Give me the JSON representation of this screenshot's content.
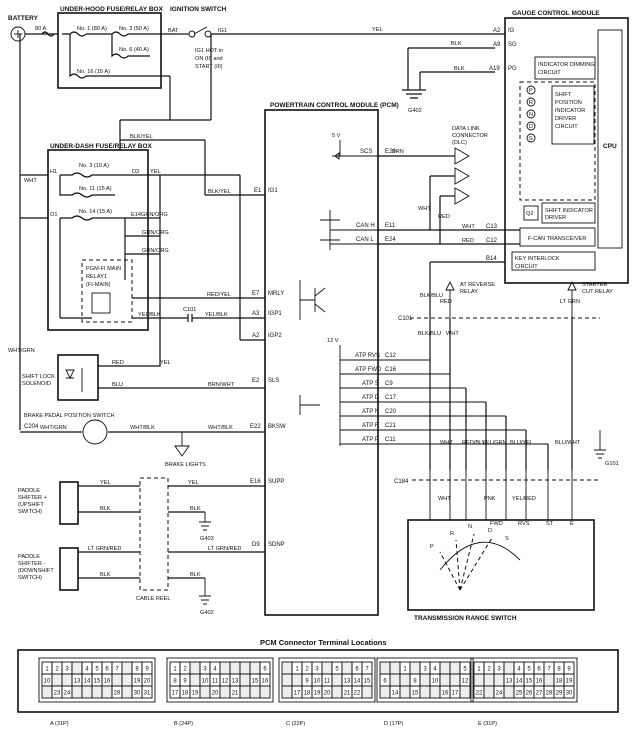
{
  "power": {
    "battery": "BATTERY",
    "fuse_80a": "80 A"
  },
  "underhood_box": {
    "title": "UNDER-HOOD FUSE/RELAY BOX",
    "fuses": [
      "No. 1 (80 A)",
      "No. 3 (50 A)",
      "No. 6 (40 A)",
      "No. 16 (15 A)"
    ]
  },
  "ignition_switch": {
    "title": "IGNITION SWITCH",
    "bat": "BAT",
    "ig1": "IG1",
    "note_lines": [
      "IG1 HOT in",
      "ON (II) and",
      "START (III)"
    ]
  },
  "underdash_box": {
    "title": "UNDER-DASH FUSE/RELAY BOX",
    "fuses": [
      "No. 3 (10 A)",
      "No. 11 (15 A)",
      "No. 14 (15 A)"
    ],
    "terminals": {
      "h1": "H1",
      "d3": "D3",
      "o1": "O1",
      "e14": "E14"
    },
    "relay_lines": [
      "PGM-FI MAIN",
      "RELAY1",
      "(FI-MAIN)"
    ]
  },
  "pcm": {
    "title": "POWERTRAIN CONTROL MODULE (PCM)"
  },
  "gcm": {
    "title": "GAUGE CONTROL MODULE",
    "sg": "SG",
    "ig": "IG",
    "pg": "PG",
    "indicator_dimming": [
      "INDICATOR DIMMING",
      "CIRCUIT"
    ],
    "shift_driver": [
      "SHIFT",
      "POSITION",
      "INDICATOR",
      "DRIVER",
      "CIRCUIT"
    ],
    "shift_letters": [
      "P",
      "R",
      "N",
      "D",
      "S"
    ],
    "shift_indicator": [
      "SHIFT INDICATOR",
      "DRIVER"
    ],
    "cpu": "CPU",
    "fcan": "F-CAN TRANSCEIVER",
    "key_interlock": [
      "KEY INTERLOCK",
      "CIRCUIT"
    ]
  },
  "dlc": {
    "lines": [
      "DATA LINK",
      "CONNECTOR",
      "(DLC)"
    ]
  },
  "wires": {
    "yel": "YEL",
    "blk": "BLK",
    "wht": "WHT",
    "red": "RED",
    "brn": "BRN",
    "blk_yel": "BLK/YEL",
    "grn_org": "GRN/ORG",
    "red_yel": "RED/YEL",
    "yel_blk": "YEL/BLK",
    "wht_grn": "WHT/GRN",
    "blu": "BLU",
    "brn_wht": "BRN/WHT",
    "wht_blk": "WHT/BLK",
    "lt_grn_red": "LT GRN/RED",
    "blk_blu": "BLK/BLU",
    "lt_grn": "LT GRN",
    "yel_grn": "YEL/GRN",
    "blu_yel": "BLU/YEL",
    "blu_wht": "BLU/WHT",
    "red_blu": "RED/BLU",
    "pnk": "PNK",
    "yel_red": "YEL/RED",
    "wht_red": "WHT/RED"
  },
  "pcm_pins": {
    "scs": "SCS",
    "e29": "E29",
    "ig1": "IG1",
    "e1": "E1",
    "canh": "CAN H",
    "e11": "E11",
    "canl": "CAN L",
    "e24": "E24",
    "mrly": "MRLY",
    "e7": "E7",
    "igp1": "IGP1",
    "a3": "A3",
    "igp2": "IGP2",
    "a2": "A2",
    "sls": "SLS",
    "e2": "E2",
    "bksw": "BKSW",
    "e22": "E22",
    "supp": "SUPP",
    "e16": "E16",
    "sdnp": "SDNP",
    "d9": "D9",
    "atp_rvs": "ATP RVS",
    "c12": "C12",
    "atp_fwd": "ATP FWD",
    "c16": "C16",
    "atp_s": "ATP S",
    "c9": "C9",
    "atp_d": "ATP D",
    "c17": "C17",
    "atp_n": "ATP N",
    "c20": "C20",
    "atp_r": "ATP R",
    "c21": "C21",
    "atp_p": "ATP P",
    "c11": "C11"
  },
  "connectors": {
    "c101": "C101",
    "c204": "C204",
    "c184": "C184",
    "c13": "C13",
    "c12": "C12",
    "b14": "B14",
    "a2": "A2",
    "a9": "A9",
    "a19": "A19",
    "five_v": "5 V",
    "twelve_v": "12 V"
  },
  "components": {
    "shift_lock": [
      "SHIFT LOCK",
      "SOLENOID"
    ],
    "brake_switch": "BRAKE PEDAL POSITION SWITCH",
    "brake_lights": "BRAKE LIGHTS",
    "paddle_up": [
      "PADDLE",
      "SHIFTER +",
      "(UPSHIFT",
      "SWITCH)"
    ],
    "paddle_down": [
      "PADDLE",
      "SHIFTER -",
      "(DOWNSHIFT",
      "SWITCH)"
    ],
    "cable_reel": "CABLE REEL",
    "at_reverse": [
      "AT REVERSE",
      "RELAY"
    ],
    "starter_cut": [
      "STARTER",
      "CUT RELAY"
    ],
    "range_switch": "TRANSMISSION RANGE SWITCH",
    "range_letters": [
      "P",
      "R",
      "N",
      "D",
      "S"
    ],
    "range_cols": [
      "FWD",
      "RVS",
      "ST",
      "E"
    ]
  },
  "grounds": {
    "g101": "G101",
    "g402a": "G402",
    "g403": "G403",
    "g402b": "G402"
  },
  "terminal_section": {
    "title": "PCM Connector Terminal Locations",
    "labels": [
      "A (31P)",
      "B (24P)",
      "C (22P)",
      "D (17P)",
      "E (31P)"
    ],
    "blocks": [
      [
        [
          "1",
          "2",
          "3",
          "",
          "4",
          "5",
          "6",
          "7",
          "",
          "8",
          "9"
        ],
        [
          "10",
          "",
          "",
          "13",
          "14",
          "15",
          "16",
          "",
          "",
          "19",
          "20"
        ],
        [
          "",
          "23",
          "24",
          "",
          "",
          "",
          "",
          "28",
          "",
          "30",
          "31"
        ]
      ],
      [
        [
          "1",
          "2",
          "",
          "3",
          "4",
          "",
          "",
          "",
          "",
          "6"
        ],
        [
          "8",
          "9",
          "",
          "10",
          "11",
          "12",
          "13",
          "",
          "15",
          "16"
        ],
        [
          "17",
          "18",
          "19",
          "",
          "20",
          "",
          "21",
          "",
          "",
          ""
        ]
      ],
      [
        [
          "",
          "1",
          "2",
          "3",
          "",
          "5",
          "",
          "6",
          "7"
        ],
        [
          "",
          "",
          "9",
          "10",
          "11",
          "",
          "13",
          "14",
          "15"
        ],
        [
          "",
          "17",
          "18",
          "19",
          "20",
          "",
          "21",
          "22",
          ""
        ]
      ],
      [
        [
          "",
          "",
          "1",
          "",
          "3",
          "4",
          "",
          "",
          "5"
        ],
        [
          "6",
          "",
          "",
          "8",
          "",
          "10",
          "",
          "",
          "12"
        ],
        [
          "",
          "14",
          "",
          "15",
          "",
          "",
          "16",
          "17",
          ""
        ]
      ],
      [
        [
          "1",
          "2",
          "3",
          "",
          "4",
          "5",
          "6",
          "7",
          "8",
          "9"
        ],
        [
          "",
          "",
          "",
          "13",
          "14",
          "15",
          "16",
          "",
          "18",
          "19"
        ],
        [
          "22",
          "",
          "24",
          "",
          "25",
          "26",
          "27",
          "28",
          "29",
          "30"
        ]
      ]
    ]
  }
}
